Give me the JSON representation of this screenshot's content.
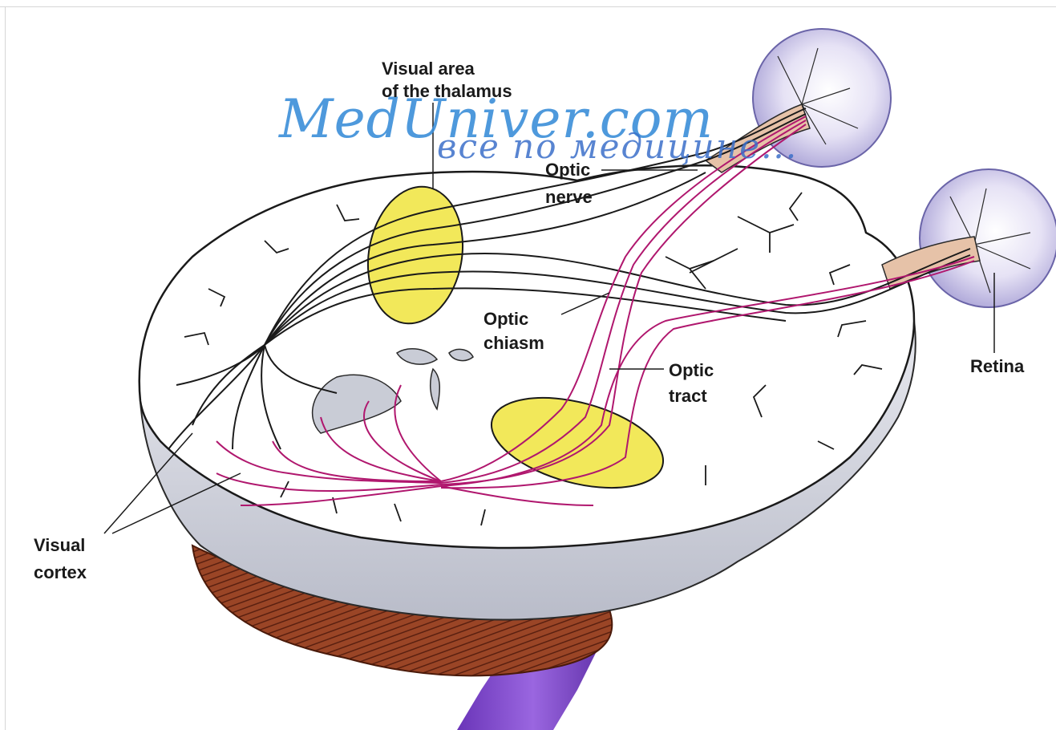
{
  "labels": {
    "visual_area_line1": "Visual area",
    "visual_area_line2": "of the thalamus",
    "optic_nerve_line1": "Optic",
    "optic_nerve_line2": "nerve",
    "optic_chiasm_line1": "Optic",
    "optic_chiasm_line2": "chiasm",
    "optic_tract_line1": "Optic",
    "optic_tract_line2": "tract",
    "retina": "Retina",
    "visual_cortex_line1": "Visual",
    "visual_cortex_line2": "cortex"
  },
  "watermark": {
    "line1": "MedUniver.com",
    "line2": "все по медицине..."
  },
  "colors": {
    "brain": "#ffffff",
    "brain_edge": "#c9ccd6",
    "thalamus": "#f2e85a",
    "pathway_black": "#1a1a1a",
    "pathway_magenta": "#b0176e",
    "eyeball": "#d9d4ee",
    "cerebellum": "#8a3a20",
    "brainstem": "#8a4fd0",
    "watermark": "#3b8fd9"
  }
}
